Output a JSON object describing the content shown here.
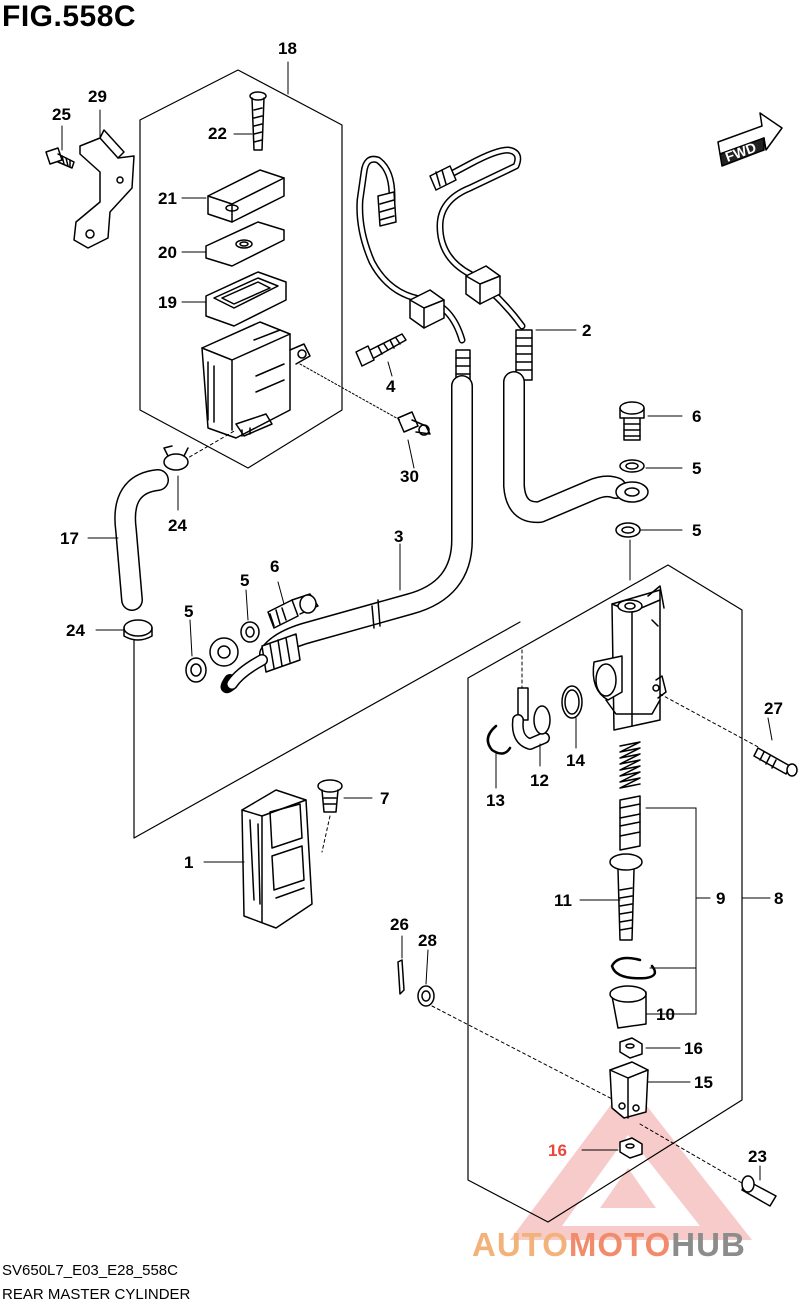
{
  "figure_title": "FIG.558C",
  "model_code": "SV650L7_E03_E28_558C",
  "diagram_title": "REAR MASTER CYLINDER",
  "fwd_label": "FWD",
  "watermark": {
    "auto": "AUTO",
    "moto": "MOTO",
    "hub": "HUB"
  },
  "callouts": {
    "c1": "1",
    "c2": "2",
    "c3": "3",
    "c4": "4",
    "c5a": "5",
    "c5b": "5",
    "c5c": "5",
    "c5d": "5",
    "c6a": "6",
    "c6b": "6",
    "c7": "7",
    "c8": "8",
    "c9": "9",
    "c10": "10",
    "c11": "11",
    "c12": "12",
    "c13": "13",
    "c14": "14",
    "c15": "15",
    "c16a": "16",
    "c16b": "16",
    "c17": "17",
    "c18": "18",
    "c19": "19",
    "c20": "20",
    "c21": "21",
    "c22": "22",
    "c23": "23",
    "c24a": "24",
    "c24b": "24",
    "c25": "25",
    "c26": "26",
    "c27": "27",
    "c28": "28",
    "c29": "29",
    "c30": "30"
  },
  "colors": {
    "line": "#000000",
    "watermark_red": "#e8473c",
    "watermark_orange": "#f2b27a"
  }
}
